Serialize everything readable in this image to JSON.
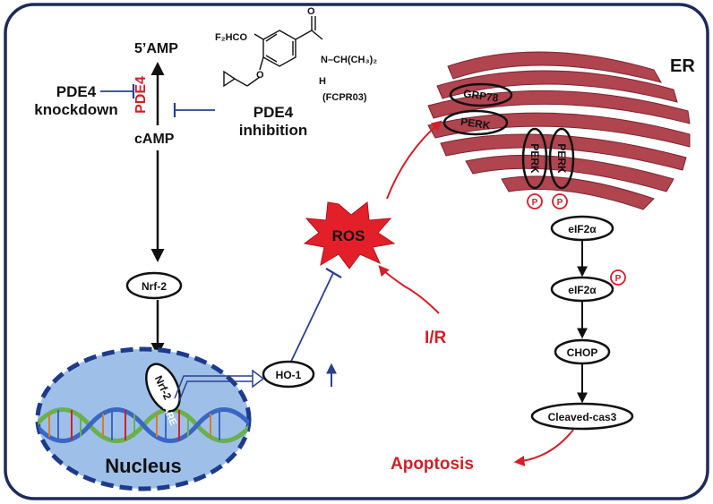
{
  "colors": {
    "border": "#1e2a5a",
    "red": "#d0202a",
    "blue": "#2b3f8f",
    "er": "#b0444f",
    "nucleus_fill": "#9ec0e8",
    "nucleus_border": "#1e3a8a",
    "dna_green": "#6ab04c",
    "dna_blue": "#3a66c4",
    "dna_orange": "#d97c2a"
  },
  "camp_pathway": {
    "amp": "5’AMP",
    "pde4": "PDE4",
    "camp": "cAMP",
    "pde4_knockdown": [
      "PDE4",
      "knockdown"
    ],
    "pde4_inhibition": [
      "PDE4",
      "inhibition"
    ]
  },
  "compound": {
    "name": "(FCPR03)",
    "methoxy": "F₂HCO",
    "amide": "N–CH(CH₃)₂",
    "h": "H",
    "o": "O"
  },
  "nodes": {
    "nrf2": "Nrf-2",
    "nrf2_bound": "Nrf-2",
    "are": "ARE",
    "nucleus": "Nucleus",
    "ho1": "HO-1",
    "ros": "ROS",
    "ir": "I/R",
    "er": "ER",
    "grp78": "GRP78",
    "perk_main": "PERK",
    "perk_a": "PERK",
    "perk_b": "PERK",
    "p1": "P",
    "p2": "P",
    "p3": "P",
    "eif2a": "eIF2α",
    "eif2a_p": "eIF2α",
    "chop": "CHOP",
    "cas3": "Cleaved-cas3",
    "apoptosis": "Apoptosis"
  }
}
